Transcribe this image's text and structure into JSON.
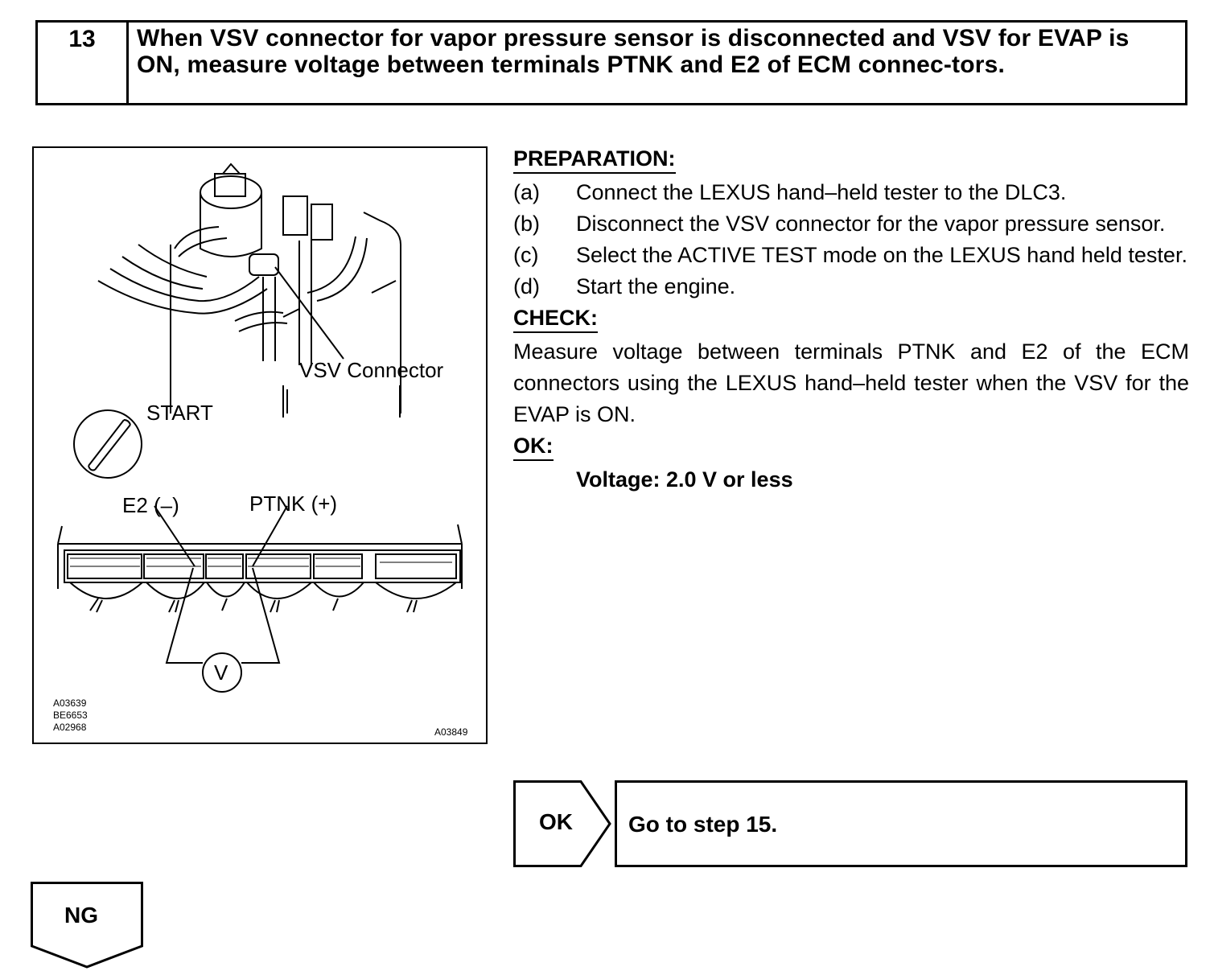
{
  "step": {
    "number": "13",
    "title": "When VSV connector for vapor pressure sensor is disconnected and VSV for EVAP is ON, measure voltage between terminals PTNK and E2 of ECM connec-tors."
  },
  "figure": {
    "labels": {
      "vsv_connector": "VSV Connector",
      "start": "START",
      "e2": "E2 (–)",
      "ptnk": "PTNK (+)",
      "meter": "V"
    },
    "codes": [
      "A03639",
      "BE6653",
      "A02968"
    ],
    "code_right": "A03849"
  },
  "preparation": {
    "heading": "PREPARATION:",
    "steps": [
      {
        "letter": "(a)",
        "text": "Connect the LEXUS hand–held tester to the DLC3."
      },
      {
        "letter": "(b)",
        "text": "Disconnect the VSV connector for the vapor pressure sensor."
      },
      {
        "letter": "(c)",
        "text": "Select the ACTIVE TEST mode on the LEXUS hand held tester."
      },
      {
        "letter": "(d)",
        "text": "Start the engine."
      }
    ]
  },
  "check": {
    "heading": "CHECK:",
    "text": "Measure voltage between terminals PTNK and E2 of the ECM connectors using the LEXUS hand–held tester when the VSV for the EVAP is ON."
  },
  "ok": {
    "heading": "OK:",
    "spec": "Voltage: 2.0 V or less"
  },
  "results": {
    "ok_label": "OK",
    "ok_action": "Go to step 15.",
    "ng_label": "NG"
  }
}
